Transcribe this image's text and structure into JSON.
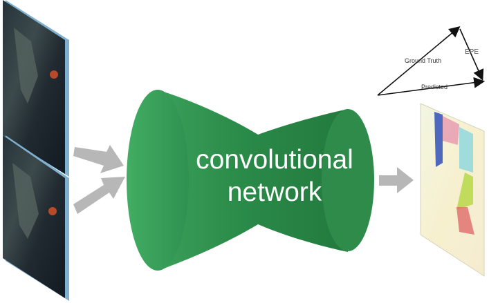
{
  "network": {
    "line1": "convolutional",
    "line2": "network"
  },
  "epe_diagram": {
    "ground_truth": "Ground Truth",
    "predicted": "Predicted",
    "epe": "EPE"
  },
  "colors": {
    "network_green": "#2e8b4a",
    "arrow_gray": "#b7b7b7",
    "frame_edge": "#7fb0cf",
    "frame_dark": "#1c2830",
    "flow_bg": "#f6f1d2"
  },
  "icons": {
    "input_frames": "photo-frame-icon",
    "flow_output": "optical-flow-map-icon"
  }
}
